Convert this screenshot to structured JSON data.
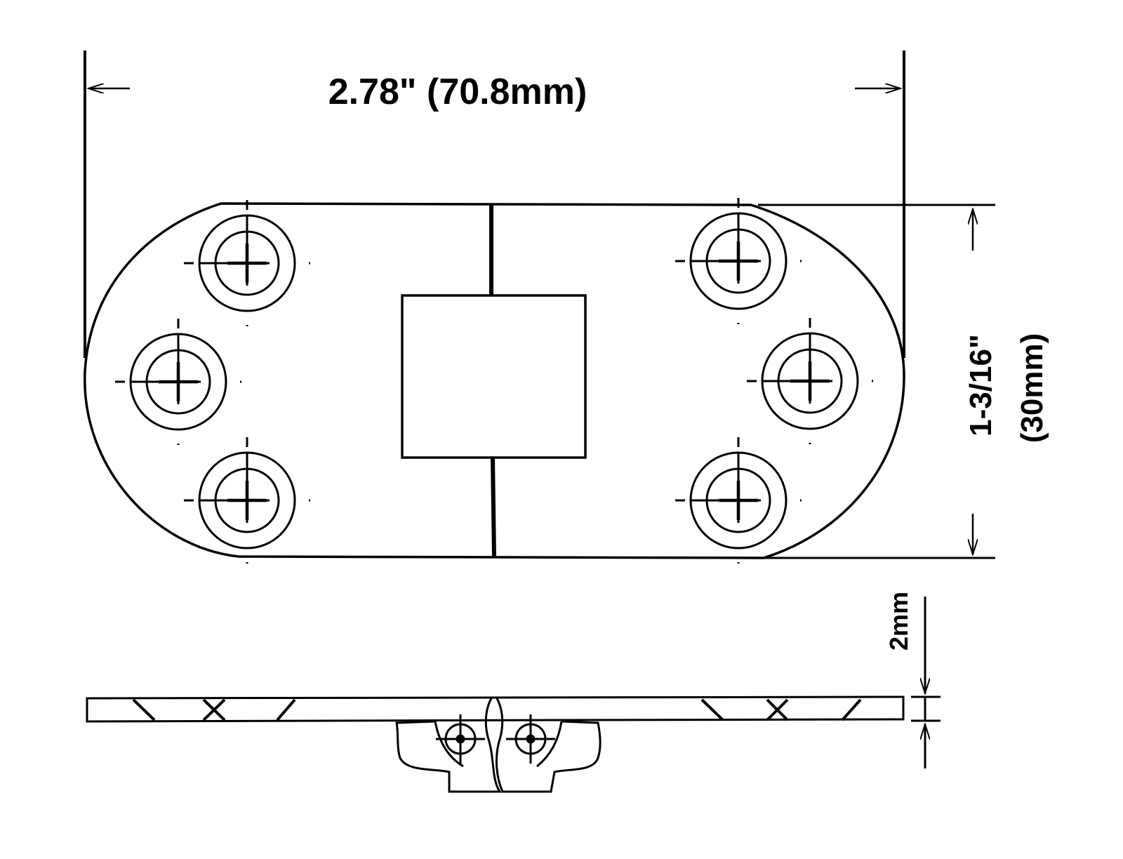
{
  "dimensions": {
    "length": "2.78\" (70.8mm)",
    "width_imperial": "1-3/16\"",
    "width_metric": "(30mm)",
    "thickness": "2mm"
  },
  "colors": {
    "line": "#000000",
    "background": "#ffffff"
  }
}
